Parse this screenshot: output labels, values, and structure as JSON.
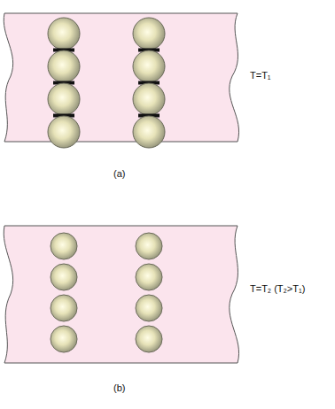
{
  "diagram": {
    "labels": [
      "T=T₁",
      "(a)",
      "T=T₂ (T₂>T₁)",
      "(b)"
    ]
  }
}
